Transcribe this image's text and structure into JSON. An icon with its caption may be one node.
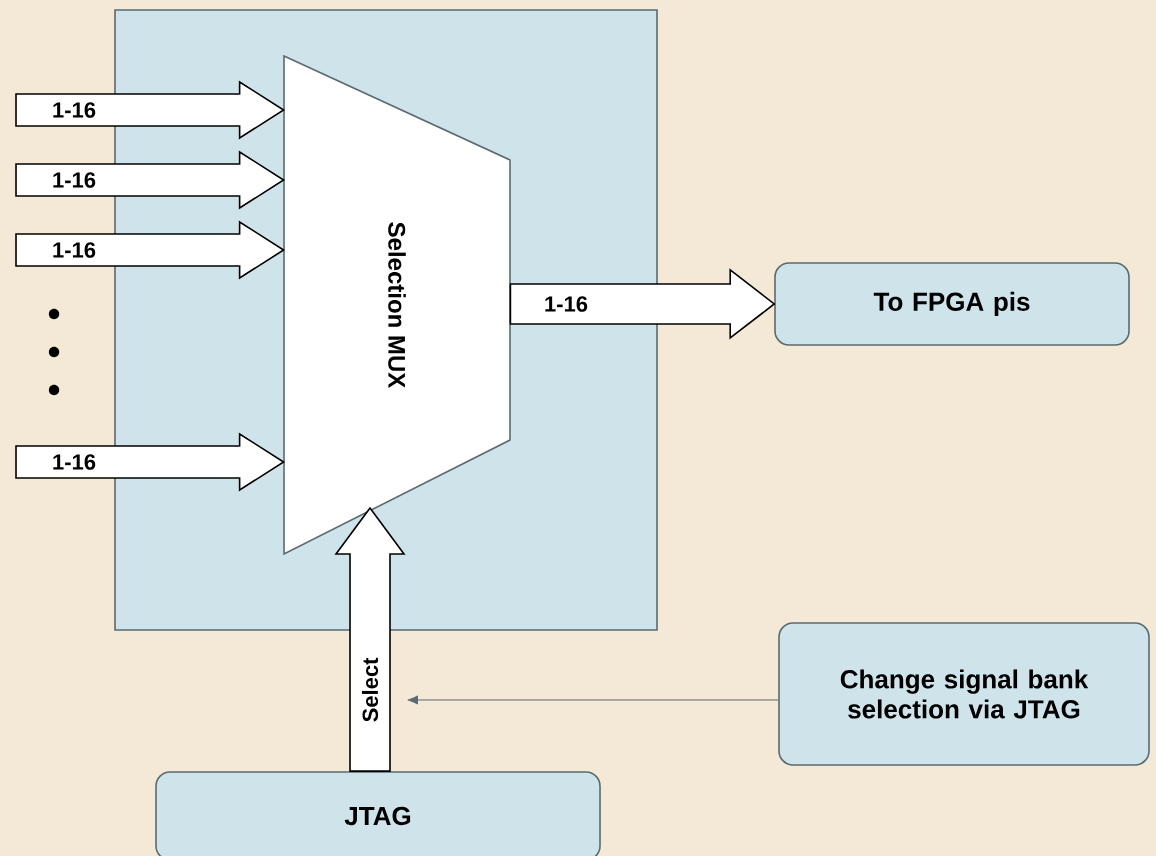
{
  "diagram": {
    "nodes": [
      {
        "text": [],
        "shape": "box"
      },
      {
        "text": [
          "Selection MUX"
        ],
        "in": 0
      },
      {
        "text": [
          "To FPGA pis"
        ]
      },
      {
        "text": [
          "JTAG"
        ]
      },
      {
        "text": [
          "Change signal bank selection via JTAG"
        ]
      }
    ],
    "edges": [
      {
        "from": null,
        "to": 1,
        "arrow": "to",
        "label": "1-16",
        "style": "thick"
      },
      {
        "from": null,
        "to": 1,
        "arrow": "to",
        "label": "1-16",
        "style": "thick"
      },
      {
        "from": null,
        "to": 1,
        "arrow": "to",
        "label": "1-16",
        "style": "thick"
      },
      {
        "from": null,
        "to": 1,
        "arrow": "to",
        "label": "1-16",
        "style": "thick"
      },
      {
        "from": 1,
        "to": 2,
        "arrow": "to",
        "label": "1-16",
        "style": "thick"
      },
      {
        "from": 3,
        "to": 1,
        "arrow": "to",
        "label": "Select",
        "style": "thick"
      },
      {
        "from": 4,
        "to": null,
        "arrow": "to"
      }
    ]
  }
}
